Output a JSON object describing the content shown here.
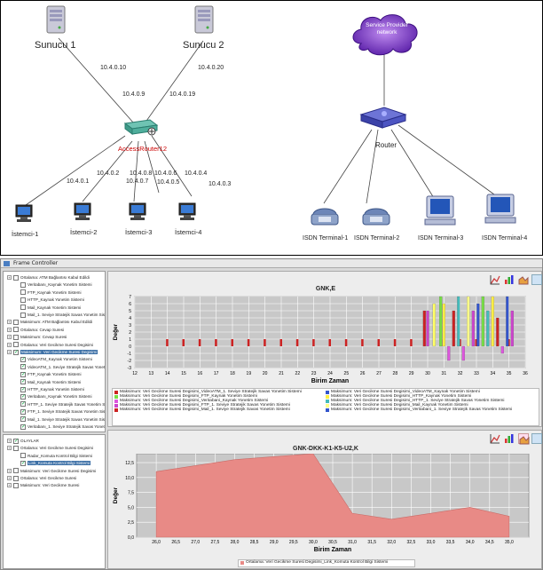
{
  "topology": {
    "servers": [
      {
        "name": "Sunucu 1"
      },
      {
        "name": "Sunucu 2"
      }
    ],
    "router_label": "AccessRouter12",
    "router_color": "#cc0000",
    "cloud_label": "Service Provider network",
    "isp_router_label": "Router",
    "ips": {
      "s1_top": "10.4.0.10",
      "s1_bottom": "10.4.0.9",
      "s2_top": "10.4.0.20",
      "s2_bottom": "10.4.0.19",
      "c1": "10.4.0.1",
      "c2": "10.4.0.2",
      "c3a": "10.4.0.8",
      "c3b": "10.4.0.7",
      "c4a": "10.4.0.6",
      "c4b": "10.4.0.5",
      "c5a": "10.4.0.4",
      "c5b": "10.4.0.3"
    },
    "clients": [
      {
        "name": "İstemci-1"
      },
      {
        "name": "İstemci-2"
      },
      {
        "name": "İstemci-3"
      },
      {
        "name": "İstemci-4"
      }
    ],
    "terminals": [
      {
        "name": "ISDN Terminal-1"
      },
      {
        "name": "ISDN Terminal-2"
      },
      {
        "name": "ISDN Terminal-3"
      },
      {
        "name": "ISDN Terminal-4"
      }
    ]
  },
  "frame": {
    "title": "Frame Controller",
    "tree_top": [
      {
        "label": "Ortalama: ATM Bağlantısı Kabul Edildi",
        "level": 0,
        "checked": false
      },
      {
        "label": "Veritabanı_Kaynak Yonetim Sistemi",
        "level": 1,
        "checked": false
      },
      {
        "label": "FTP_Kaynak Yonetim Sistemi",
        "level": 1,
        "checked": false
      },
      {
        "label": "HTTP_Kaynak Yonetim Sistemi",
        "level": 1,
        "checked": false
      },
      {
        "label": "Mail_Kaynak Yonetim Sistemi",
        "level": 1,
        "checked": false
      },
      {
        "label": "Mail_1. Seviye Stratejik Savas Yonetim Sistemi",
        "level": 1,
        "checked": false
      },
      {
        "label": "Maksimum: ATM Bağlantısı Kabul Edildi",
        "level": 0,
        "checked": false
      },
      {
        "label": "Ortalama: Cevap Suresi",
        "level": 0,
        "checked": false
      },
      {
        "label": "Maksimum: Cevap Suresi",
        "level": 0,
        "checked": false
      },
      {
        "label": "Ortalama: Veri Gecikme Suresi Degisimi",
        "level": 0,
        "checked": false
      },
      {
        "label": "Maksimum: Veri Gecikme Suresi Degisimi",
        "level": 0,
        "checked": true,
        "selected": true
      },
      {
        "label": "VideoATM_Kaynak Yonetim Sistemi",
        "level": 1,
        "checked": true
      },
      {
        "label": "VideoATM_1. Seviye Stratejik Savas Yonetim Sis",
        "level": 1,
        "checked": true
      },
      {
        "label": "FTP_Kaynak Yonetim Sistemi",
        "level": 1,
        "checked": true
      },
      {
        "label": "Mail_Kaynak Yonetim Sistemi",
        "level": 1,
        "checked": true
      },
      {
        "label": "HTTP_Kaynak Yonetim Sistemi",
        "level": 1,
        "checked": true
      },
      {
        "label": "Veritabanı_Kaynak Yonetim Sistemi",
        "level": 1,
        "checked": true
      },
      {
        "label": "HTTP_1. Seviye Stratejik Savas Yonetim Sistemi",
        "level": 1,
        "checked": true
      },
      {
        "label": "FTP_1. Seviye Stratejik Savas Yonetim Sistemi",
        "level": 1,
        "checked": true
      },
      {
        "label": "Mail_1. Seviye Stratejik Savas Yonetim Sistemi",
        "level": 1,
        "checked": true
      },
      {
        "label": "Veritabanı_1. Seviye Stratejik Savas Yonetim Sis",
        "level": 1,
        "checked": true
      }
    ],
    "tree_bottom": [
      {
        "label": "OLAYLAR",
        "level": 0,
        "checked": true
      },
      {
        "label": "Ortalama: Veri Gecikme Suresi Degisimi",
        "level": 0,
        "checked": false
      },
      {
        "label": "Radar_Komuta Kontrol Bilgi Sistemi",
        "level": 1,
        "checked": false
      },
      {
        "label": "Link_Komuta Kontrol Bilgi Sistemi",
        "level": 1,
        "checked": true,
        "selected": true
      },
      {
        "label": "Maksimum: Veri Gecikme Suresi Degisimi",
        "level": 0,
        "checked": false
      },
      {
        "label": "Ortalama: Veri Gecikme Suresi",
        "level": 0,
        "checked": false
      },
      {
        "label": "Maksimum: Veri Gecikme Suresi",
        "level": 0,
        "checked": false
      }
    ]
  },
  "chart_data": [
    {
      "type": "bar",
      "title": "GNK,E",
      "xlabel": "Birim Zaman",
      "ylabel": "Değer",
      "xlim": [
        12,
        36
      ],
      "ylim": [
        -3,
        7
      ],
      "xticks": [
        12,
        13,
        14,
        15,
        16,
        17,
        18,
        19,
        20,
        21,
        22,
        23,
        24,
        25,
        26,
        27,
        28,
        29,
        30,
        31,
        32,
        33,
        34,
        35,
        36
      ],
      "yticks": [
        -3,
        -2,
        -1,
        0,
        1,
        2,
        3,
        4,
        5,
        6,
        7
      ],
      "grid": true,
      "baseline_bars_x": [
        14,
        15,
        16,
        17,
        18,
        19,
        20,
        21,
        22,
        23,
        24,
        25,
        26,
        27,
        28,
        29,
        30,
        31,
        32,
        33,
        34,
        35
      ],
      "baseline_value": 1,
      "tall_bars": [
        {
          "x": 29.8,
          "value": 5,
          "color": "#cc2222"
        },
        {
          "x": 30.0,
          "value": 5,
          "color": "#cc44cc"
        },
        {
          "x": 30.4,
          "value": 6,
          "color": "#ffff66"
        },
        {
          "x": 30.8,
          "value": 7,
          "color": "#77dd44"
        },
        {
          "x": 31.0,
          "value": 6,
          "color": "#ffee44"
        },
        {
          "x": 31.3,
          "value": -2,
          "color": "#dd55dd"
        },
        {
          "x": 31.6,
          "value": 5,
          "color": "#cc2222"
        },
        {
          "x": 31.9,
          "value": 7,
          "color": "#44bbbb"
        },
        {
          "x": 32.2,
          "value": -2,
          "color": "#dd55dd"
        },
        {
          "x": 32.5,
          "value": 7,
          "color": "#ffff88"
        },
        {
          "x": 32.8,
          "value": 5,
          "color": "#cc44cc"
        },
        {
          "x": 33.1,
          "value": 6,
          "color": "#3355cc"
        },
        {
          "x": 33.4,
          "value": 7,
          "color": "#77dd44"
        },
        {
          "x": 33.7,
          "value": 5,
          "color": "#44bbbb"
        },
        {
          "x": 34.0,
          "value": 7,
          "color": "#ffee44"
        },
        {
          "x": 34.3,
          "value": 4,
          "color": "#cc2222"
        },
        {
          "x": 34.6,
          "value": -1,
          "color": "#dd55dd"
        },
        {
          "x": 34.9,
          "value": 7,
          "color": "#3355cc"
        },
        {
          "x": 35.2,
          "value": 5,
          "color": "#cc44cc"
        }
      ],
      "legend": [
        {
          "name": "Maksimum: Veri Gecikme Suresi Degisimi_VideoATM_1. Seviye Stratejik Savas Yonetim Sistemi",
          "color": "#cc2222"
        },
        {
          "name": "Maksimum: Veri Gecikme Suresi Degisimi_VideoATM_Kaynak Yonetim Sistemi",
          "color": "#3355cc"
        },
        {
          "name": "Maksimum: Veri Gecikme Suresi Degisimi_FTP_Kaynak Yonetim Sistemi",
          "color": "#77dd44"
        },
        {
          "name": "Maksimum: Veri Gecikme Suresi Degisimi_HTTP_Kaynak Yonetim Sistemi",
          "color": "#ffee44"
        },
        {
          "name": "Maksimum: Veri Gecikme Suresi Degisimi_Veritabani_Kaynak Yonetim Sistemi",
          "color": "#dd55dd"
        },
        {
          "name": "Maksimum: Veri Gecikme Suresi Degisimi_HTTP_1. Seviye Stratejik Savas Yonetim Sistemi",
          "color": "#44bbbb"
        },
        {
          "name": "Maksimum: Veri Gecikme Suresi Degisimi_FTP_1. Seviye Stratejik Savas Yonetim Sistemi",
          "color": "#cc44cc"
        },
        {
          "name": "Maksimum: Veri Gecikme Suresi Degisimi_Mail_Kaynak Yonetim Sistemi",
          "color": "#ffff88"
        },
        {
          "name": "Maksimum: Veri Gecikme Suresi Degisimi_Mail_1. Seviye Stratejik Savas Yonetim Sistemi",
          "color": "#cc2222"
        },
        {
          "name": "Maksimum: Veri Gecikme Suresi Degisimi_Veritabani_1. Seviye Stratejik Savas Yonetim Sistemi",
          "color": "#3355cc"
        }
      ]
    },
    {
      "type": "area",
      "title": "GNK-DKK-K1-K5-U2,K",
      "xlabel": "Birim Zaman",
      "ylabel": "Değer",
      "xlim": [
        25.5,
        35.5
      ],
      "ylim": [
        0,
        14
      ],
      "xticks": [
        26.0,
        26.5,
        27.0,
        27.5,
        28.0,
        28.5,
        29.0,
        29.5,
        30.0,
        30.5,
        31.0,
        31.5,
        32.0,
        32.5,
        33.0,
        33.5,
        34.0,
        34.5,
        35.0
      ],
      "xtick_labels": [
        "26,0",
        "26,5",
        "27,0",
        "27,5",
        "28,0",
        "28,5",
        "29,0",
        "29,5",
        "30,0",
        "30,5",
        "31,0",
        "31,5",
        "32,0",
        "32,5",
        "33,0",
        "33,5",
        "34,0",
        "34,5",
        "35,0"
      ],
      "yticks": [
        0,
        2.5,
        5,
        7.5,
        10,
        12.5
      ],
      "ytick_labels": [
        "0,0",
        "2,5",
        "5,0",
        "7,5",
        "10,0",
        "12,5"
      ],
      "grid": true,
      "color": "#e88a86",
      "x": [
        26.0,
        27.0,
        28.0,
        29.0,
        30.0,
        31.0,
        32.0,
        33.0,
        34.0,
        35.0
      ],
      "y": [
        11.0,
        12.0,
        13.0,
        13.5,
        14.0,
        4.0,
        3.0,
        4.0,
        5.0,
        3.5
      ],
      "legend": [
        {
          "name": "Ortalama: Veri Gecikme Suresi Degisimi_Link_Komuta Kontrol Bilgi Sistemi",
          "color": "#e88a86"
        }
      ]
    }
  ]
}
